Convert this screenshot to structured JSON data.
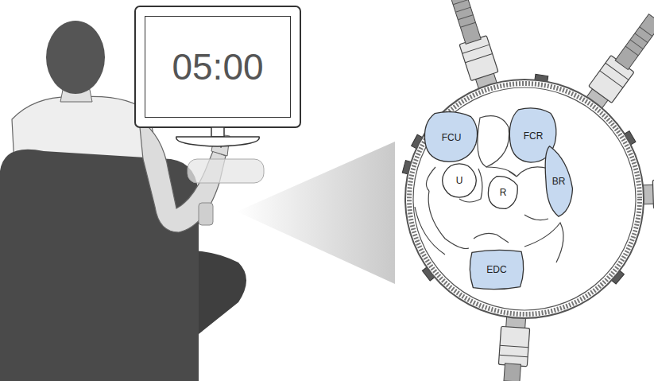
{
  "diagram": {
    "nodes": [
      {
        "text": [
          "05:00"
        ]
      },
      {
        "text": [
          "FCU"
        ]
      },
      {
        "text": [
          "FCR"
        ]
      },
      {
        "text": [
          "U"
        ]
      },
      {
        "text": [
          "R"
        ]
      },
      {
        "text": [
          "BR"
        ]
      },
      {
        "text": [
          "EDC"
        ]
      }
    ]
  }
}
